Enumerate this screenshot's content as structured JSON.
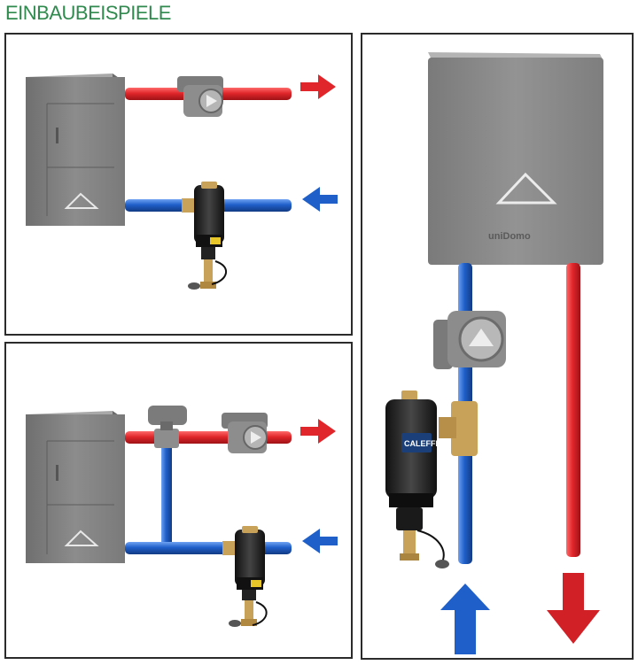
{
  "page": {
    "title": "EINBAUBEISPIELE"
  },
  "colors": {
    "title_green": "#2f8a4e",
    "hot_pipe": "#e0262b",
    "cold_pipe": "#1f5fc9",
    "boiler_gray": "#8a8a8a",
    "brass": "#c9a25a"
  },
  "examples": [
    {
      "id": "example-1",
      "components": [
        "boiler",
        "pump",
        "dirt-separator",
        "flow-arrow-out",
        "return-arrow-in"
      ]
    },
    {
      "id": "example-2",
      "components": [
        "boiler",
        "mixing-valve",
        "pump",
        "bypass-pipe",
        "dirt-separator",
        "flow-arrow-out",
        "return-arrow-in"
      ]
    },
    {
      "id": "example-3",
      "components": [
        "wall-boiler",
        "pump",
        "dirt-separator",
        "return-arrow-up",
        "flow-arrow-down"
      ],
      "boiler_brand": "uniDomo",
      "separator_brand": "CALEFFI"
    }
  ]
}
